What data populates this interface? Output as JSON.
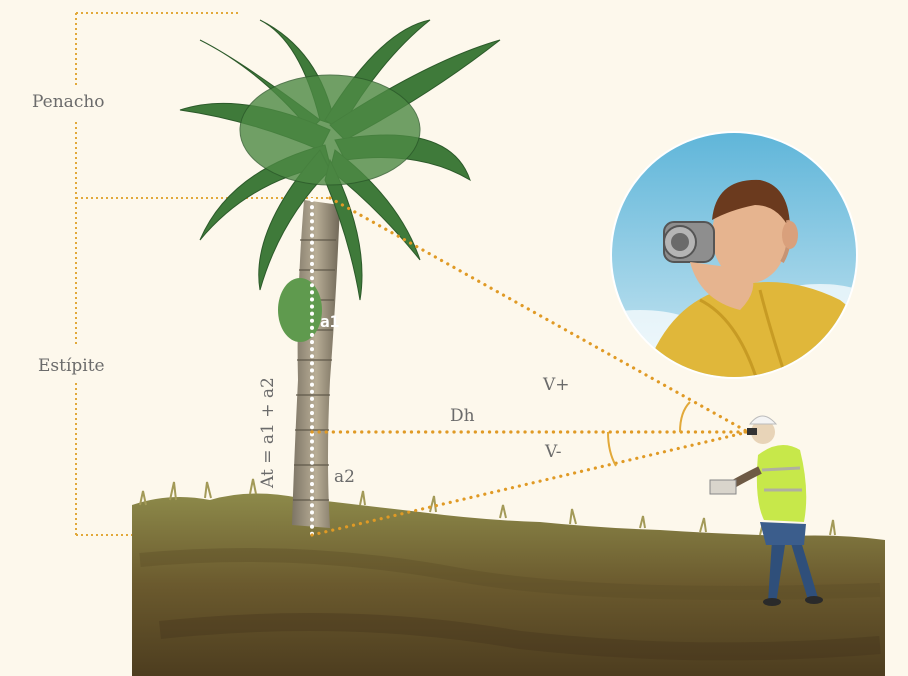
{
  "labels": {
    "penacho": "Penacho",
    "estipite": "Estípite",
    "a1": "a1",
    "a2": "a2",
    "at_formula": "At = a1 + a2",
    "v_plus": "V+",
    "v_minus": "V-",
    "dh": "Dh"
  },
  "colors": {
    "background": "#fdf8ec",
    "guide_line": "#e2a93a",
    "sight_line": "#e09a25",
    "label_text": "#6b6b6b"
  }
}
